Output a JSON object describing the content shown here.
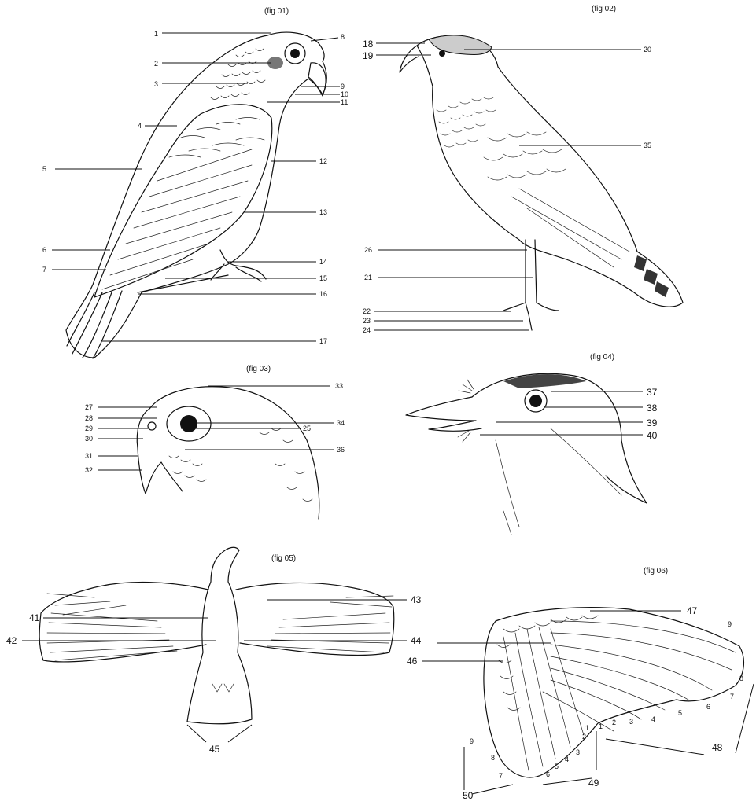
{
  "figures": {
    "fig01": {
      "title": "(fig 01)",
      "labels": [
        "1",
        "2",
        "3",
        "4",
        "5",
        "6",
        "7",
        "8",
        "9",
        "10",
        "11",
        "12",
        "13",
        "14",
        "15",
        "16",
        "17"
      ]
    },
    "fig02": {
      "title": "(fig 02)",
      "labels": [
        "18",
        "19",
        "20",
        "35",
        "26",
        "21",
        "22",
        "23",
        "24"
      ]
    },
    "fig03": {
      "title": "(fig 03)",
      "labels": [
        "27",
        "28",
        "29",
        "30",
        "31",
        "32",
        "33",
        "34",
        "25",
        "36"
      ]
    },
    "fig04": {
      "title": "(fig 04)",
      "labels": [
        "37",
        "38",
        "39",
        "40"
      ]
    },
    "fig05": {
      "title": "(fig 05)",
      "labels": [
        "41",
        "42",
        "43",
        "44",
        "45"
      ]
    },
    "fig06": {
      "title": "(fig 06)",
      "labels": [
        "47",
        "9",
        "46",
        "8",
        "7",
        "6",
        "5",
        "4",
        "3",
        "2",
        "1",
        "48",
        "1",
        "2",
        "9",
        "8",
        "7",
        "6",
        "5",
        "4",
        "3",
        "50",
        "49"
      ]
    }
  },
  "colors": {
    "ink": "#111111",
    "background": "#ffffff"
  }
}
